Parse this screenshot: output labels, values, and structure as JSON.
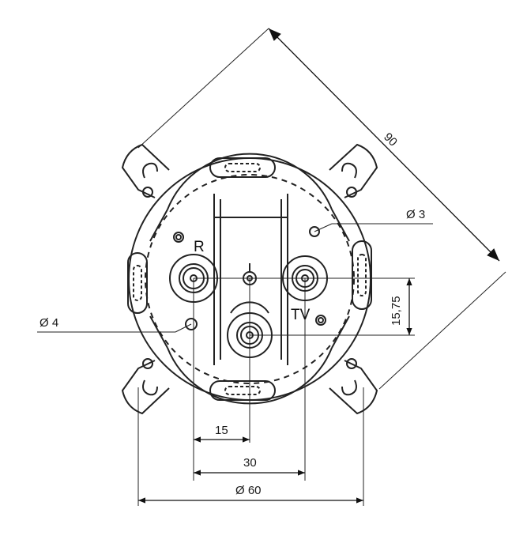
{
  "labels": {
    "r": "R",
    "tv": "TV",
    "dia3": "Ø 3",
    "dia4": "Ø 4",
    "dia60": "Ø 60",
    "d90": "90",
    "d15": "15",
    "d30": "30",
    "d1575": "15,75"
  },
  "colors": {
    "line": "#222222",
    "background": "#ffffff"
  }
}
